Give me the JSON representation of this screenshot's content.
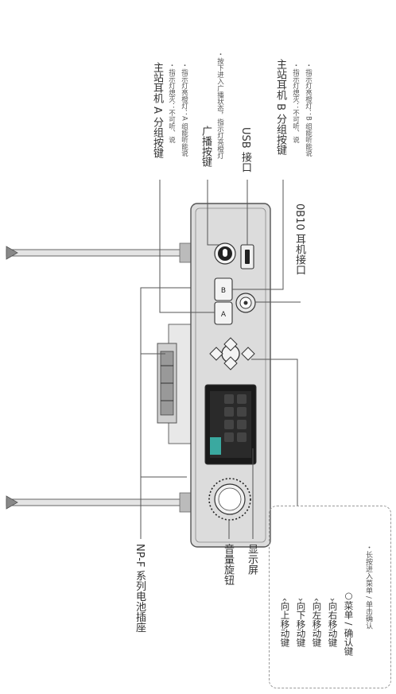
{
  "callouts": {
    "host_a": {
      "title": "主站耳机 A 分组按键",
      "notes": [
        "・指示灯熄灭：不可听、说",
        "・指示灯亮橙灯：A 组能听能说"
      ]
    },
    "broadcast": {
      "title": "广播按键",
      "notes": [
        "・按下进入广播状态，指示灯亮橙灯"
      ]
    },
    "usb": {
      "title": "USB 接口"
    },
    "host_b": {
      "title": "主站耳机 B 分组按键",
      "notes": [
        "・指示灯熄灭：不可听、说",
        "・指示灯亮橙灯：B 组能听能说"
      ]
    },
    "headset_port": {
      "title": "0B10 耳机接口"
    },
    "battery": {
      "title": "NP-F 系列电池插座"
    },
    "volume": {
      "title": "音量旋钮"
    },
    "display": {
      "title": "显示屏"
    }
  },
  "menu_keys": [
    {
      "icon": "‹",
      "label": "向上移动键",
      "icon_name": "up-arrow-icon"
    },
    {
      "icon": "›",
      "label": "向下移动键",
      "icon_name": "down-arrow-icon"
    },
    {
      "icon": "‹",
      "label": "向左移动键",
      "icon_name": "left-arrow-icon"
    },
    {
      "icon": "›",
      "label": "向右移动键",
      "icon_name": "right-arrow-icon"
    },
    {
      "icon": "○",
      "label": "菜单 / 确认键",
      "icon_name": "circle-confirm-icon"
    }
  ],
  "menu_note": "・长按进入菜单 / 单击确认",
  "device": {
    "button_a": "A",
    "button_b": "B"
  },
  "colors": {
    "line": "#555555",
    "device_fill": "#dcdcdc",
    "screen": "#1a1a1a",
    "highlight": "#3aa9a0"
  }
}
